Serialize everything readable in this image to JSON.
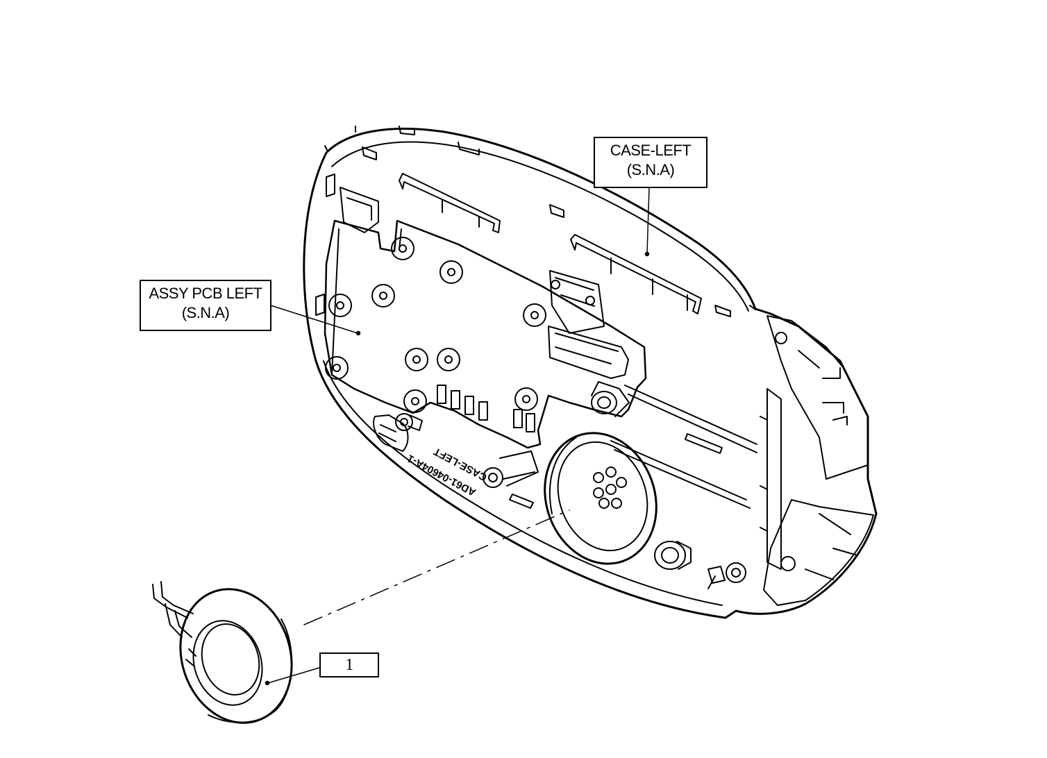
{
  "labels": {
    "case_left": {
      "line1": "CASE-LEFT",
      "line2": "(S.N.A)"
    },
    "assy_pcb_left": {
      "line1": "ASSY PCB LEFT",
      "line2": "(S.N.A)"
    },
    "callout_1": "1"
  },
  "stamp": {
    "line1": "CASE-LEFT",
    "line2": "AD61-04604A-1"
  },
  "colors": {
    "line": "#000000",
    "background": "#ffffff"
  }
}
